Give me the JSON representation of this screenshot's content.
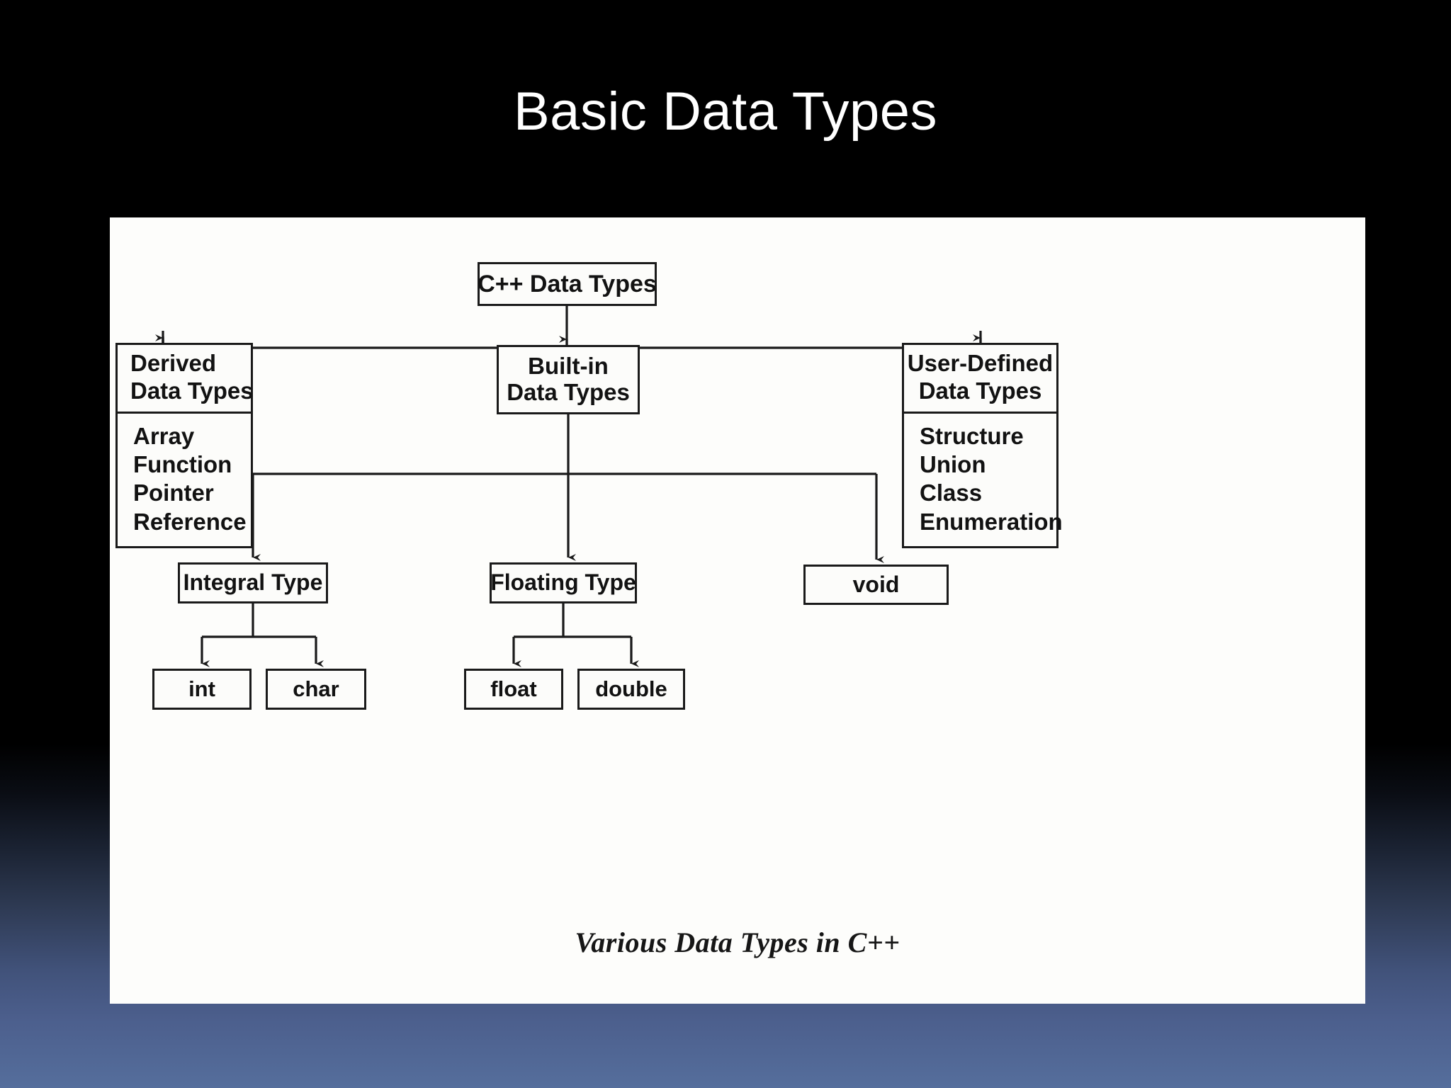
{
  "slide": {
    "title": "Basic Data Types",
    "background_top_color": "#000000",
    "background_bottom_color": "#556e9c",
    "title_color": "#ffffff"
  },
  "figure": {
    "caption": "Various Data Types in C++",
    "panel_background": "#fdfdfb",
    "ink_color": "#1a1a1a",
    "nodes": {
      "root": {
        "label": "C++ Data Types"
      },
      "derived": {
        "title_line1": "Derived",
        "title_line2": "Data Types",
        "items": [
          "Array",
          "Function",
          "Pointer",
          "Reference"
        ]
      },
      "builtin": {
        "title_line1": "Built-in",
        "title_line2": "Data Types"
      },
      "userdefined": {
        "title_line1": "User-Defined",
        "title_line2": "Data Types",
        "items": [
          "Structure",
          "Union",
          "Class",
          "Enumeration"
        ]
      },
      "integral": {
        "label": "Integral Type"
      },
      "floating": {
        "label": "Floating Type"
      },
      "void": {
        "label": "void"
      },
      "int": {
        "label": "int"
      },
      "char": {
        "label": "char"
      },
      "float": {
        "label": "float"
      },
      "double": {
        "label": "double"
      }
    }
  },
  "chart_data": {
    "type": "diagram",
    "title": "Various Data Types in C++",
    "diagram_kind": "tree-hierarchy",
    "root": "C++ Data Types",
    "edges": [
      [
        "C++ Data Types",
        "Derived Data Types"
      ],
      [
        "C++ Data Types",
        "Built-in Data Types"
      ],
      [
        "C++ Data Types",
        "User-Defined Data Types"
      ],
      [
        "Built-in Data Types",
        "Integral Type"
      ],
      [
        "Built-in Data Types",
        "Floating Type"
      ],
      [
        "Built-in Data Types",
        "void"
      ],
      [
        "Integral Type",
        "int"
      ],
      [
        "Integral Type",
        "char"
      ],
      [
        "Floating Type",
        "float"
      ],
      [
        "Floating Type",
        "double"
      ]
    ],
    "leaf_lists": {
      "Derived Data Types": [
        "Array",
        "Function",
        "Pointer",
        "Reference"
      ],
      "User-Defined Data Types": [
        "Structure",
        "Union",
        "Class",
        "Enumeration"
      ]
    }
  }
}
